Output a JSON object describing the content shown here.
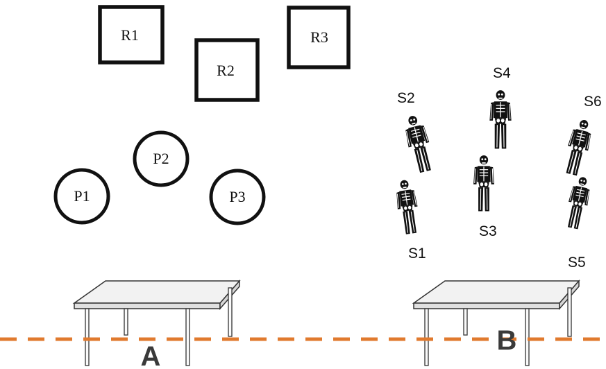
{
  "colors": {
    "outline": "#111111",
    "dashed_line": "#e07a2e",
    "table_letters": "#3a3a3a",
    "table_top": "#f2f2f2"
  },
  "icons": {
    "skeleton": "skeleton-icon",
    "table": "table-icon"
  },
  "squares": [
    {
      "label": "R1"
    },
    {
      "label": "R2"
    },
    {
      "label": "R3"
    }
  ],
  "circles": [
    {
      "label": "P1"
    },
    {
      "label": "P2"
    },
    {
      "label": "P3"
    }
  ],
  "skeleton_labels": {
    "s1": "S1",
    "s2": "S2",
    "s3": "S3",
    "s4": "S4",
    "s5": "S5",
    "s6": "S6"
  },
  "tables": [
    {
      "label": "A"
    },
    {
      "label": "B"
    }
  ]
}
